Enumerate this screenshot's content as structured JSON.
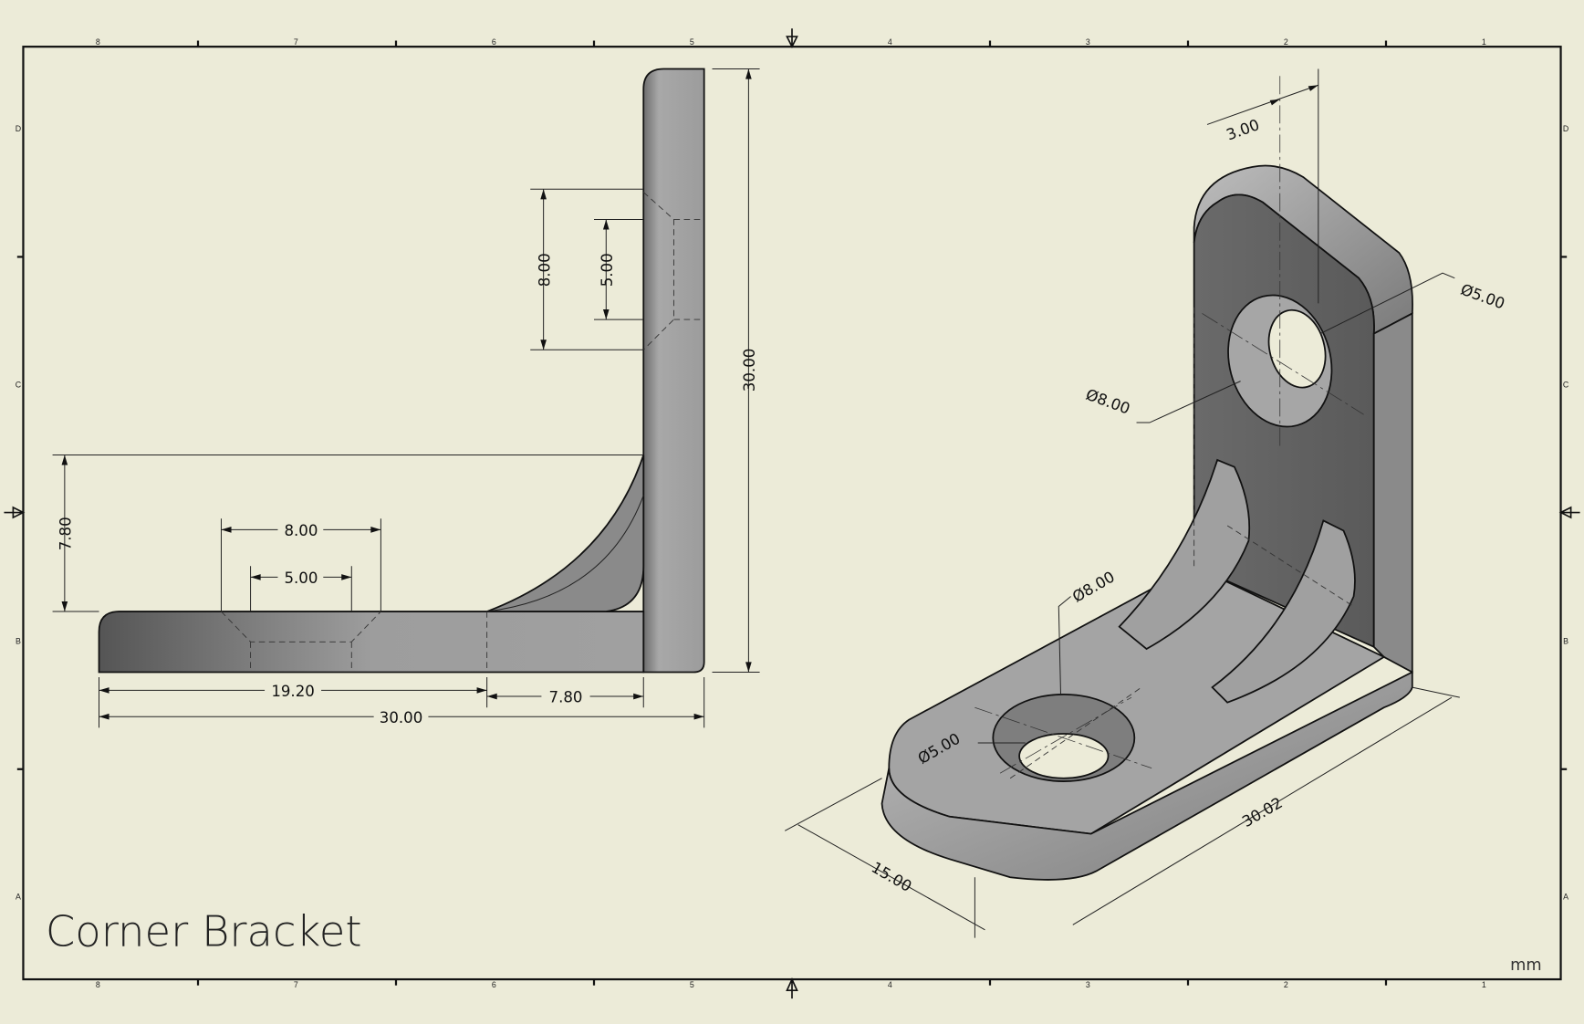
{
  "drawing": {
    "title": "Corner Bracket",
    "units": "mm",
    "column_labels": [
      "8",
      "7",
      "6",
      "5",
      "4",
      "3",
      "2",
      "1"
    ],
    "row_labels": [
      "D",
      "C",
      "B",
      "A"
    ]
  },
  "side_view": {
    "height_overall": "30.00",
    "hole_cbore_vertical": "8.00",
    "hole_vertical": "5.00",
    "fillet_height": "7.80",
    "hole_cbore_horizontal": "8.00",
    "hole_horizontal": "5.00",
    "hole_offset": "19.20",
    "fillet_width": "7.80",
    "length_overall": "30.00"
  },
  "iso_view": {
    "thickness": "3.00",
    "upright_hole": "Ø5.00",
    "upright_cbore": "Ø8.00",
    "base_cbore": "Ø8.00",
    "base_hole": "Ø5.00",
    "width": "15.00",
    "length": "30.02"
  },
  "colors": {
    "paper": "#ecebd8",
    "part": "#9a9a9a",
    "line": "#111111"
  }
}
